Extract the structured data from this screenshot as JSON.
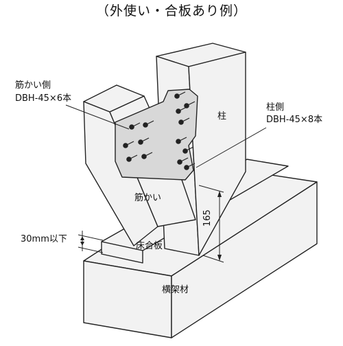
{
  "title": "（外使い・合板あり例）",
  "labels": {
    "brace_side": "筋かい側",
    "brace_screws": "DBH-45×6本",
    "post_side": "柱側",
    "post_screws": "DBH-45×8本",
    "post": "柱",
    "brace": "筋かい",
    "floor_plywood": "床合板",
    "beam": "横架材",
    "gap_note": "30mm以下",
    "height_dim": "165"
  },
  "colors": {
    "stroke": "#222222",
    "fill": "#f2f2f2",
    "plate": "#d8d8d8"
  }
}
